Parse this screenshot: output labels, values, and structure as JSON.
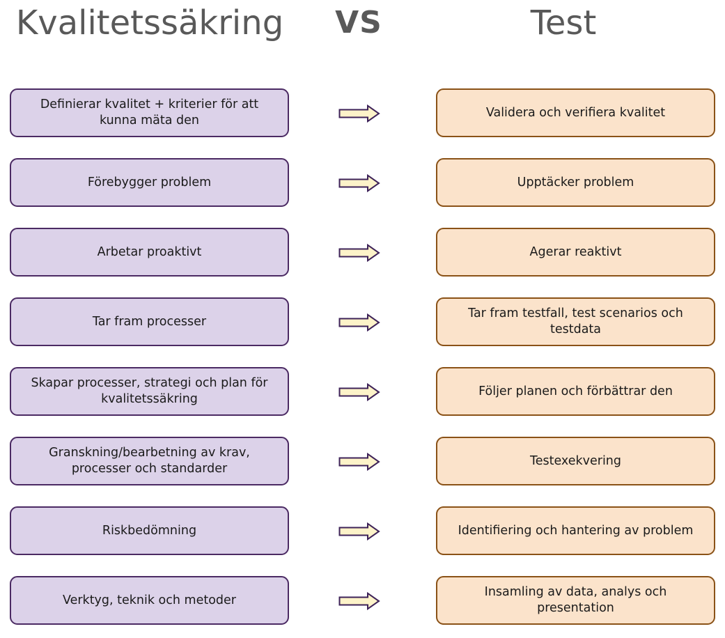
{
  "headers": {
    "left": "Kvalitetssäkring",
    "middle": "VS",
    "right": "Test"
  },
  "colors": {
    "left_fill": "#dcd2e9",
    "left_border": "#4b2a63",
    "right_fill": "#fbe3cb",
    "right_border": "#8a5217",
    "arrow_fill": "#fdf3c9",
    "arrow_stroke": "#3d2258",
    "heading_text": "#595959"
  },
  "rows": [
    {
      "left": "Definierar kvalitet + kriterier för att kunna mäta den",
      "right": "Validera och verifiera kvalitet"
    },
    {
      "left": "Förebygger problem",
      "right": "Upptäcker problem"
    },
    {
      "left": "Arbetar proaktivt",
      "right": "Agerar reaktivt"
    },
    {
      "left": "Tar fram processer",
      "right": "Tar fram testfall, test scenarios och testdata"
    },
    {
      "left": "Skapar processer, strategi och plan för kvalitetssäkring",
      "right": "Följer planen och förbättrar den"
    },
    {
      "left": "Granskning/bearbetning av krav, processer och standarder",
      "right": "Testexekvering"
    },
    {
      "left": "Riskbedömning",
      "right": "Identifiering och hantering av problem"
    },
    {
      "left": "Verktyg, teknik och metoder",
      "right": "Insamling av data, analys och presentation"
    }
  ]
}
